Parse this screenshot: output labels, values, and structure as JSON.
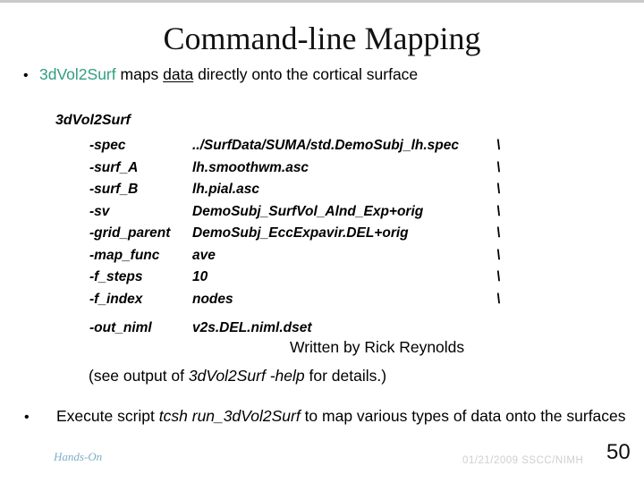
{
  "slide": {
    "title": "Command-line Mapping",
    "bullet_char": "•",
    "bullet1": {
      "command": "3dVol2Surf",
      "mid": " maps ",
      "underlined": "data",
      "post": " directly onto the cortical surface"
    },
    "code_block": {
      "command": "3dVol2Surf",
      "options": [
        {
          "flag": "-spec",
          "value": "../SurfData/SUMA/std.DemoSubj_lh.spec",
          "cont": "\\"
        },
        {
          "flag": "-surf_A",
          "value": "lh.smoothwm.asc",
          "cont": "\\"
        },
        {
          "flag": "-surf_B",
          "value": "lh.pial.asc",
          "cont": "\\"
        },
        {
          "flag": "-sv",
          "value": "DemoSubj_SurfVol_Alnd_Exp+orig",
          "cont": "\\"
        },
        {
          "flag": "-grid_parent",
          "value": "DemoSubj_EccExpavir.DEL+orig",
          "cont": "\\"
        },
        {
          "flag": "-map_func",
          "value": "ave",
          "cont": "\\"
        },
        {
          "flag": "-f_steps",
          "value": "10",
          "cont": "\\"
        },
        {
          "flag": "-f_index",
          "value": "nodes",
          "cont": "\\"
        }
      ],
      "output_option": {
        "flag": "-out_niml",
        "value": "v2s.DEL.niml.dset",
        "cont": ""
      }
    },
    "credit": "Written by Rick Reynolds",
    "help_note": {
      "pre": "(see output of ",
      "italic": "3dVol2Surf -help",
      "post": " for details.)"
    },
    "bullet2": {
      "pre": "Execute script ",
      "italic": "tcsh run_3dVol2Surf",
      "post": " to map various types of data onto the surfaces"
    },
    "footer": {
      "left": "Hands-On",
      "date_org": "01/21/2009 SSCC/NIMH",
      "page_number": "50"
    },
    "colors": {
      "command_teal": "#2F9E80",
      "footer_blue": "#7FAEC8",
      "footer_gray": "#CFCFCF",
      "top_edge_gray": "#C9C9C9"
    }
  }
}
